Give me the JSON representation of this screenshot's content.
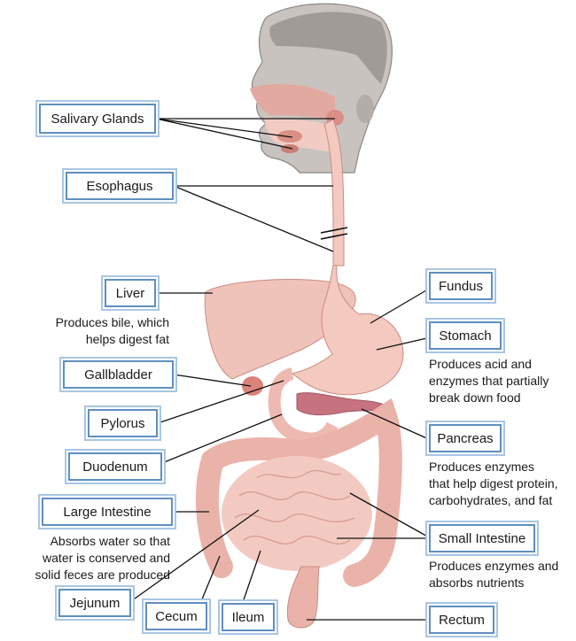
{
  "colors": {
    "label_border": "#5f8fc0",
    "label_outer": "#a9c6e4",
    "organ_fill": "#f3c9c0",
    "organ_stroke": "#c98c82",
    "head_fill": "#c9c3c0",
    "line": "#111111"
  },
  "labels": {
    "salivary_glands": "Salivary Glands",
    "esophagus": "Esophagus",
    "liver": "Liver",
    "gallbladder": "Gallbladder",
    "pylorus": "Pylorus",
    "duodenum": "Duodenum",
    "large_intestine": "Large Intestine",
    "jejunum": "Jejunum",
    "cecum": "Cecum",
    "ileum": "Ileum",
    "fundus": "Fundus",
    "stomach": "Stomach",
    "pancreas": "Pancreas",
    "small_intestine": "Small Intestine",
    "rectum": "Rectum"
  },
  "descriptions": {
    "liver": [
      "Produces bile, which",
      "helps digest fat"
    ],
    "stomach": [
      "Produces acid and",
      "enzymes that partially",
      "break down food"
    ],
    "pancreas": [
      "Produces enzymes",
      "that help digest protein,",
      "carbohydrates, and fat"
    ],
    "large_intestine": [
      "Absorbs water so that",
      "water is conserved and",
      "solid feces are produced"
    ],
    "small_intestine": [
      "Produces enzymes and",
      "absorbs nutrients"
    ]
  }
}
